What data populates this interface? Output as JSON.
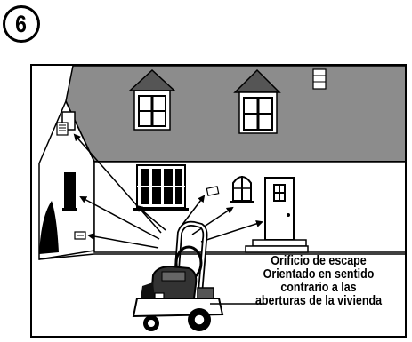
{
  "step": {
    "number": "6"
  },
  "caption": {
    "lines": [
      "Orificio de escape",
      "Orientado en sentido",
      "contrario a las",
      "aberturas de la vivienda"
    ]
  },
  "colors": {
    "ink": "#000000",
    "roof": "#8c8c8c",
    "paper": "#ffffff"
  },
  "icons": {
    "house": "house-illustration",
    "pressure_washer": "pressure-washer-illustration",
    "arrow": "arrow-icon"
  }
}
